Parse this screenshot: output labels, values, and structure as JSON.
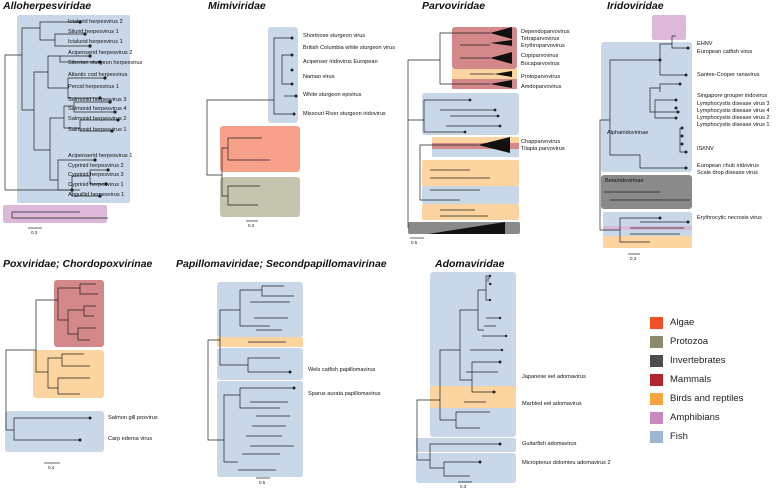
{
  "panels": {
    "allo": {
      "title": "Alloherpesviridae",
      "scale": "0.3",
      "labels": [
        "Ictalurid herpesvirus 2",
        "Silurid herpesvirus 1",
        "Ictalurid herpesvirus 1",
        "Acipenserid herpesvirus 2",
        "Siberian sturgeon herpesvirus",
        "Atlantic cod herpesvirus",
        "Percid herpesvirus 1",
        "Salmonid herpesvirus 3",
        "Salmonid herpesvirus 4",
        "Salmonid herpesvirus 2",
        "Salmonid herpesvirus 1",
        "Acipenserid herpesvirus 1",
        "Cyprinid herpesvirus 2",
        "Cyprinid herpesvirus 3",
        "Cyprinid herpesvirus 1",
        "Anguillid herpesvirus 1"
      ]
    },
    "mimi": {
      "title": "Mimiviridae",
      "scale": "0.2",
      "labels": [
        "Shortnose sturgeon virus",
        "British Columbia white sturgeon virus",
        "Acipenser iridovirus European",
        "Namao virus",
        "White sturgeon epivirus",
        "Missouri River sturgeon iridovirus"
      ]
    },
    "parvo": {
      "title": "Parvoviridae",
      "scale": "0.5",
      "labels": [
        "Dependoparvovirus",
        "Tetraparvovirus",
        "Erythroparvovirus",
        "Copiparvovirus",
        "Bocaparvovirus",
        "Protoparvovirus",
        "Amdoparvovirus",
        "Chapparvovirus",
        "Tilapia parvovirus"
      ]
    },
    "irido": {
      "title": "Iridoviridae",
      "scale": "0.3",
      "labels": [
        "EHNV",
        "European catfish virus",
        "Santee-Cooper ranavirus",
        "Singapore grouper iridovirus",
        "Lymphocystis disease virus 3",
        "Lymphocystis disease virus 4",
        "Lymphocystis disease virus 2",
        "Lymphocystis disease virus 1",
        "ISKNV",
        "European chub iridovirus",
        "Scale drop disease virus",
        "Erythrocytic necrosis virus"
      ],
      "subfamilies": [
        "Alphairidovirinae",
        "Betairidovirinae"
      ]
    },
    "pox": {
      "title": "Poxviridae; Chordopoxvirinae",
      "scale": "0.4",
      "labels": [
        "Salmon gill poxvirus",
        "Carp edema virus"
      ]
    },
    "papi": {
      "title": "Papillomaviridae; Secondpapillomavirinae",
      "scale": "0.5",
      "labels": [
        "Wels catfish papillomavirus",
        "Sparus aurata papillomavirus"
      ]
    },
    "adomi": {
      "title": "Adomaviridae",
      "scale": "0.3",
      "labels": [
        "Japanese eel adomavirus",
        "Marbled eel adomavirus",
        "Guitarfish adomavirus",
        "Micropterus dolomieu adomavirus 2"
      ]
    }
  },
  "legend": [
    {
      "label": "Algae",
      "color": "#f04e23"
    },
    {
      "label": "Protozoa",
      "color": "#8c8a6a"
    },
    {
      "label": "Invertebrates",
      "color": "#4d4d4d"
    },
    {
      "label": "Mammals",
      "color": "#b2262c"
    },
    {
      "label": "Birds and reptiles",
      "color": "#f7a541"
    },
    {
      "label": "Amphibians",
      "color": "#c889c0"
    },
    {
      "label": "Fish",
      "color": "#9bb7d4"
    }
  ]
}
